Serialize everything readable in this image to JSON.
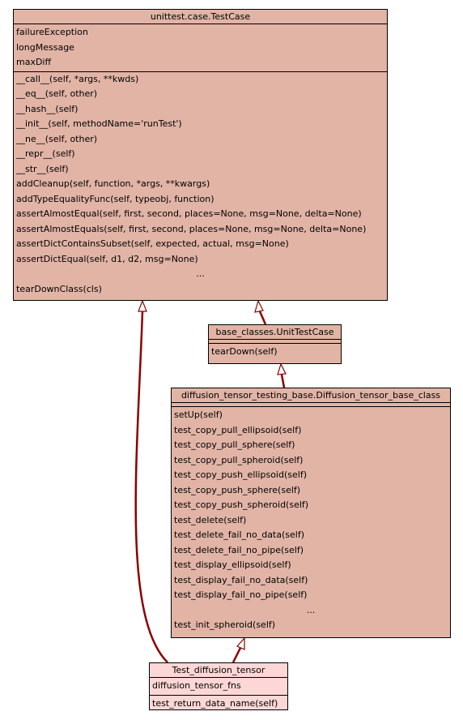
{
  "classes": {
    "testcase": {
      "title": "unittest.case.TestCase",
      "attributes": [
        "failureException",
        "longMessage",
        "maxDiff"
      ],
      "methods": [
        "__call__(self, *args, **kwds)",
        "__eq__(self, other)",
        "__hash__(self)",
        "__init__(self, methodName='runTest')",
        "__ne__(self, other)",
        "__repr__(self)",
        "__str__(self)",
        "addCleanup(self, function, *args, **kwargs)",
        "addTypeEqualityFunc(self, typeobj, function)",
        "assertAlmostEqual(self, first, second, places=None, msg=None, delta=None)",
        "assertAlmostEquals(self, first, second, places=None, msg=None, delta=None)",
        "assertDictContainsSubset(self, expected, actual, msg=None)",
        "assertDictEqual(self, d1, d2, msg=None)",
        "...",
        "tearDownClass(cls)"
      ]
    },
    "unittestcase": {
      "title": "base_classes.UnitTestCase",
      "attributes": [],
      "methods": [
        "tearDown(self)"
      ]
    },
    "diffbase": {
      "title": "diffusion_tensor_testing_base.Diffusion_tensor_base_class",
      "attributes": [],
      "methods": [
        "setUp(self)",
        "test_copy_pull_ellipsoid(self)",
        "test_copy_pull_sphere(self)",
        "test_copy_pull_spheroid(self)",
        "test_copy_push_ellipsoid(self)",
        "test_copy_push_sphere(self)",
        "test_copy_push_spheroid(self)",
        "test_delete(self)",
        "test_delete_fail_no_data(self)",
        "test_delete_fail_no_pipe(self)",
        "test_display_ellipsoid(self)",
        "test_display_fail_no_data(self)",
        "test_display_fail_no_pipe(self)",
        "...",
        "test_init_spheroid(self)"
      ]
    },
    "testdiff": {
      "title": "Test_diffusion_tensor",
      "attributes": [
        "diffusion_tensor_fns"
      ],
      "methods": [
        "test_return_data_name(self)"
      ]
    }
  },
  "colors": {
    "class_fill": "#e2b4a6",
    "highlight_fill": "#fcd7d6",
    "edge": "#8b0000"
  }
}
